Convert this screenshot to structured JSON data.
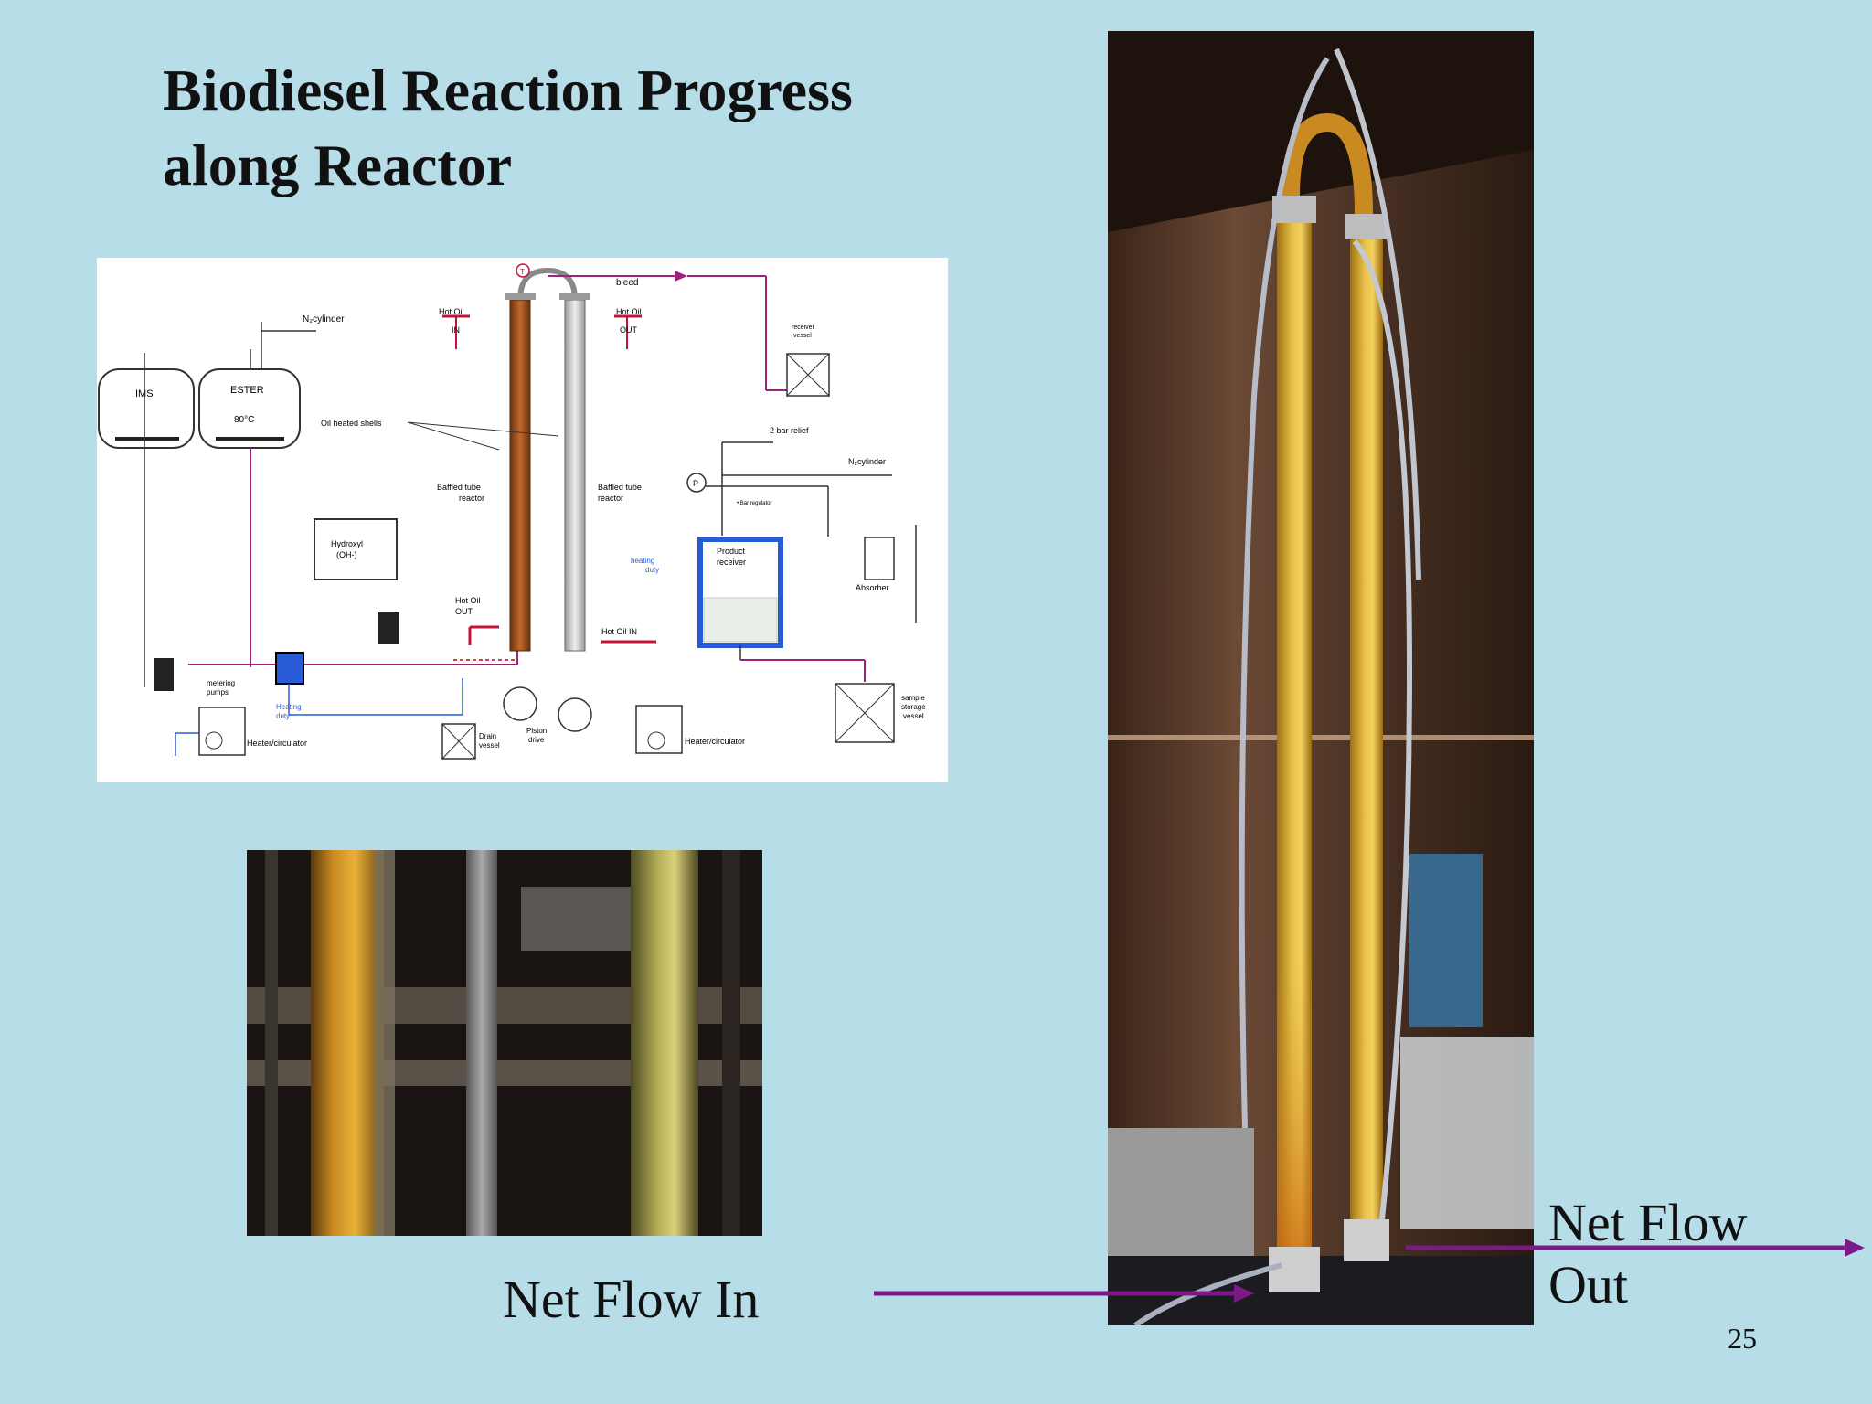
{
  "title": {
    "line1": "Biodiesel Reaction Progress",
    "line2": "along Reactor"
  },
  "diagram": {
    "tank_ims": "IMS",
    "tank_ester": "ESTER",
    "tank_ester_temp": "80°C",
    "n2_cylinder_top": "N₂cylinder",
    "hot_oil_in_top": "Hot Oil",
    "hot_oil_in_top2": "IN",
    "hot_oil_out_top": "Hot Oil",
    "hot_oil_out_top2": "OUT",
    "bleed": "bleed",
    "receiver_vessel_1": "receiver",
    "receiver_vessel_2": "vessel",
    "oil_heated_shells": "Oil heated shells",
    "two_bar_relief": "2 bar relief",
    "n2_cylinder_right": "N₂cylinder",
    "baffled_left_1": "Baffled tube",
    "baffled_left_2": "reactor",
    "baffled_right_1": "Baffled tube",
    "baffled_right_2": "reactor",
    "bar_regulator": "• Bar regulator",
    "hydroxyl_1": "Hydroxyl",
    "hydroxyl_2": "(OH-)",
    "heating_duty_right_1": "heating",
    "heating_duty_right_2": "duty",
    "product_receiver_1": "Product",
    "product_receiver_2": "receiver",
    "absorber": "Absorber",
    "hot_oil_out_mid_1": "Hot Oil",
    "hot_oil_out_mid_2": "OUT",
    "hot_oil_in_mid": "Hot Oil  IN",
    "metering_pumps_1": "metering",
    "metering_pumps_2": "pumps",
    "heating_duty_left_1": "Heating",
    "heating_duty_left_2": "duty",
    "heater_left": "Heater/circulator",
    "drain_vessel_1": "Drain",
    "drain_vessel_2": "vessel",
    "piston_drive_1": "Piston",
    "piston_drive_2": "drive",
    "heater_right": "Heater/circulator",
    "sample_storage_1": "sample",
    "sample_storage_2": "storage",
    "sample_storage_3": "vessel",
    "t": "T",
    "p": "P"
  },
  "captions": {
    "net_flow_in": "Net Flow In",
    "net_flow_out_1": "Net Flow",
    "net_flow_out_2": "Out"
  },
  "page_number": "25",
  "colors": {
    "background": "#b6dde8",
    "arrow": "#7b1a86",
    "pipe_red": "#c0143c",
    "pipe_blue": "#2a5bd7",
    "pipe_magenta": "#a0207a"
  }
}
